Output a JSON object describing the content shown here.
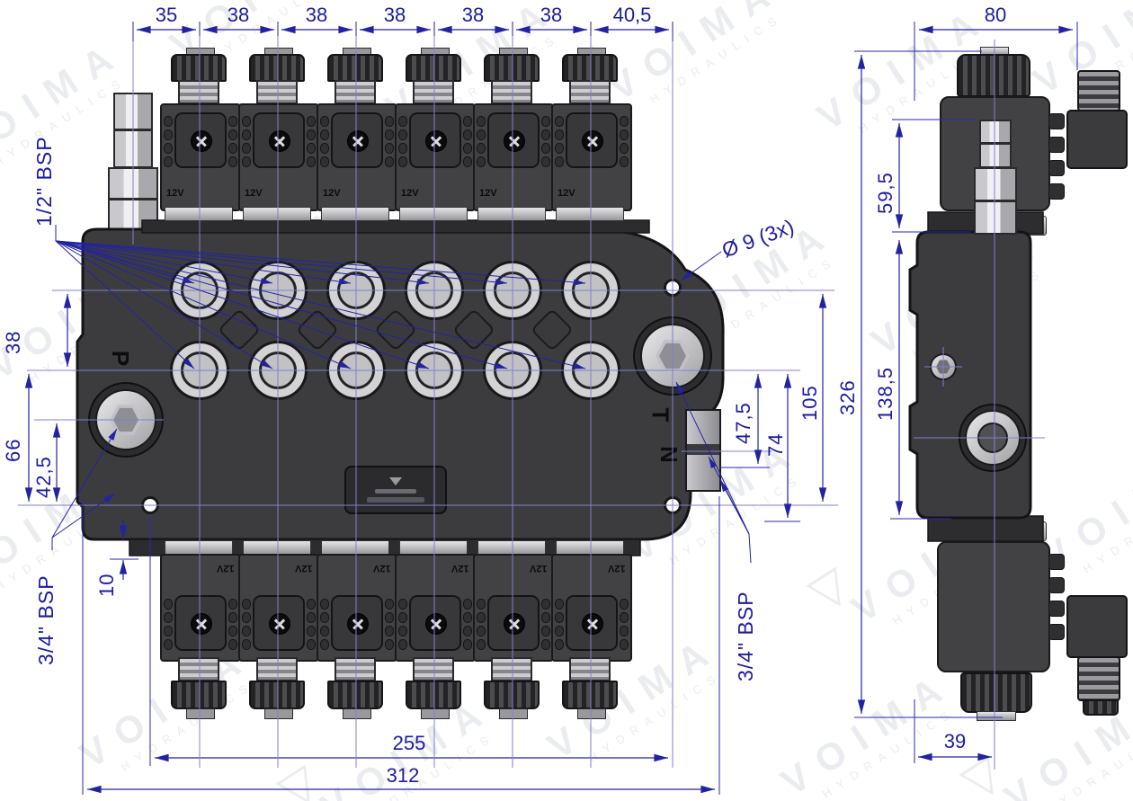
{
  "watermark": {
    "brand": "VOIMA",
    "sub": "HYDRAULICS"
  },
  "front_view": {
    "top_dims": [
      "35",
      "38",
      "38",
      "38",
      "38",
      "38",
      "40,5"
    ],
    "left_dims": {
      "rows": "38",
      "lower": "66",
      "port": "42,5",
      "foot": "10"
    },
    "right_dims": {
      "d1": "47,5",
      "d2": "74",
      "d3": "105"
    },
    "bottom_dims": {
      "inner": "255",
      "outer": "312"
    },
    "hole_callout": "Ø 9 (3x)",
    "port_label_half": "1/2\" BSP",
    "port_label_left": "3/4\" BSP",
    "port_label_right": "3/4\" BSP",
    "engravings": {
      "p": "P",
      "t": "T",
      "n": "N"
    },
    "solenoid_voltage": "12V",
    "sections": 6
  },
  "side_view": {
    "top_dim": "80",
    "bottom_dim": "39",
    "left_dims": {
      "upper": "59,5",
      "body": "138,5",
      "total": "326"
    }
  }
}
